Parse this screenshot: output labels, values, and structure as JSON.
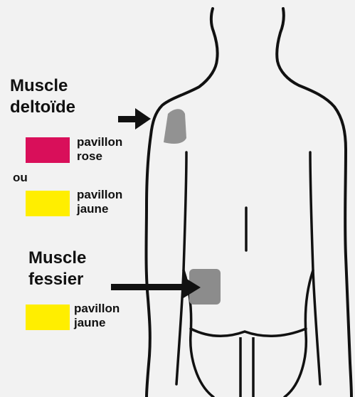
{
  "deltoid": {
    "title_line1": "Muscle",
    "title_line2": "deltoïde",
    "option1": {
      "label_line1": "pavillon",
      "label_line2": "rose",
      "color": "#d90f5a"
    },
    "separator": "ou",
    "option2": {
      "label_line1": "pavillon",
      "label_line2": "jaune",
      "color": "#ffee00"
    }
  },
  "gluteal": {
    "title_line1": "Muscle",
    "title_line2": "fessier",
    "option1": {
      "label_line1": "pavillon",
      "label_line2": "jaune",
      "color": "#ffee00"
    }
  },
  "colors": {
    "background": "#f2f2f2",
    "body_outline": "#111111",
    "injection_zone": "#8c8c8c",
    "arrow": "#111111"
  }
}
